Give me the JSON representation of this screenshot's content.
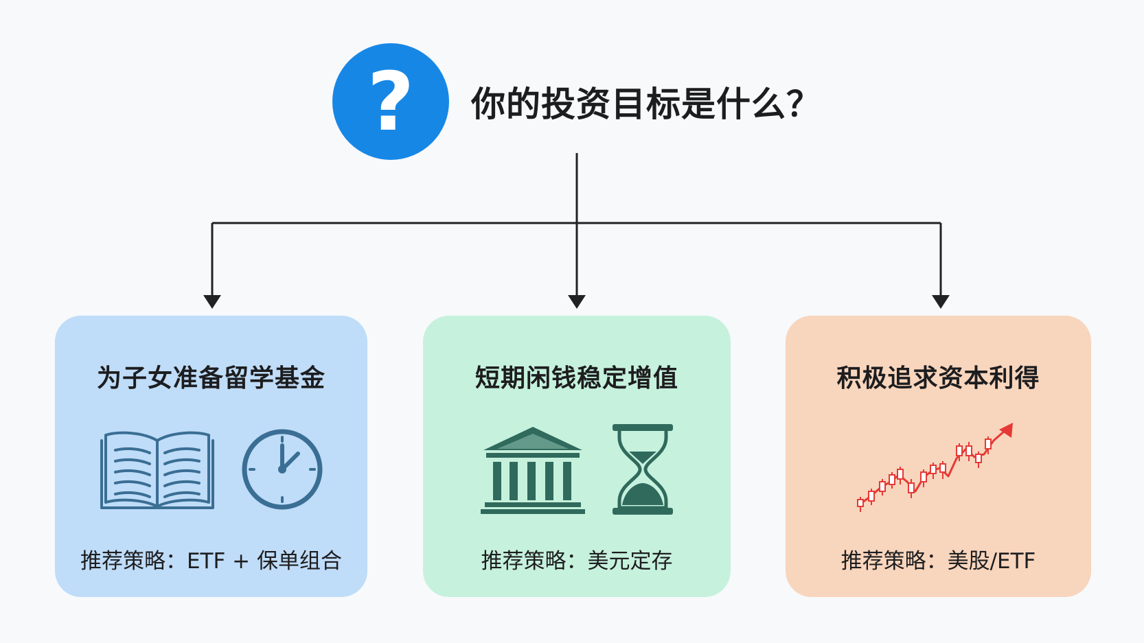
{
  "header": {
    "icon": "question-mark-icon",
    "question_glyph": "?",
    "title": "你的投资目标是什么？",
    "accent_color": "#1787e6"
  },
  "connector_color": "#222222",
  "cards": [
    {
      "title": "为子女准备留学基金",
      "strategy": "推荐策略：ETF + 保单组合",
      "icons": [
        "open-book-icon",
        "clock-icon"
      ],
      "background": "#bfdcf8",
      "icon_color": "#3a6e94"
    },
    {
      "title": "短期闲钱稳定增值",
      "strategy": "推荐策略：美元定存",
      "icons": [
        "bank-building-icon",
        "hourglass-icon"
      ],
      "background": "#c6f1dd",
      "icon_color": "#2f6a5c"
    },
    {
      "title": "积极追求资本利得",
      "strategy": "推荐策略：美股/ETF",
      "icons": [
        "candlestick-chart-icon"
      ],
      "background": "#f8d5bd",
      "icon_color": "#e53935"
    }
  ]
}
